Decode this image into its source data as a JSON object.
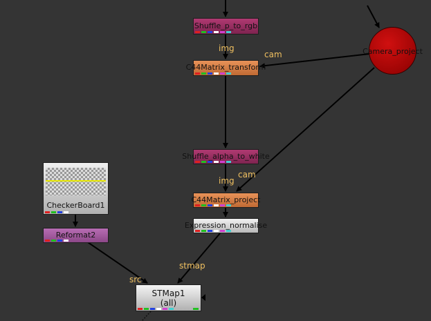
{
  "nodes": {
    "shuffle_p_to_rgb": {
      "label": "Shuffle_p_to_rgb"
    },
    "c44_transform": {
      "label": "C44Matrix_transform"
    },
    "shuffle_alpha": {
      "label": "Shuffle_alpha_to_white"
    },
    "c44_project": {
      "label": "C44Matrix_project"
    },
    "expression": {
      "label": "Expression_normalise"
    },
    "checkerboard": {
      "label": "CheckerBoard1"
    },
    "reformat": {
      "label": "Reformat2"
    },
    "stmap": {
      "label": "STMap1",
      "sublabel": "(all)"
    },
    "camera": {
      "label": "Camera_project"
    }
  },
  "pins": {
    "img1": "img",
    "cam1": "cam",
    "img2": "img",
    "cam2": "cam",
    "stmap_in": "stmap",
    "src_in": "src"
  },
  "colors": {
    "background": "#343434",
    "shuffle": "#9c2e60",
    "c44": "#d9804a",
    "reformat": "#a0559c",
    "camera": "#b00000",
    "pin_label": "#f0c060"
  }
}
